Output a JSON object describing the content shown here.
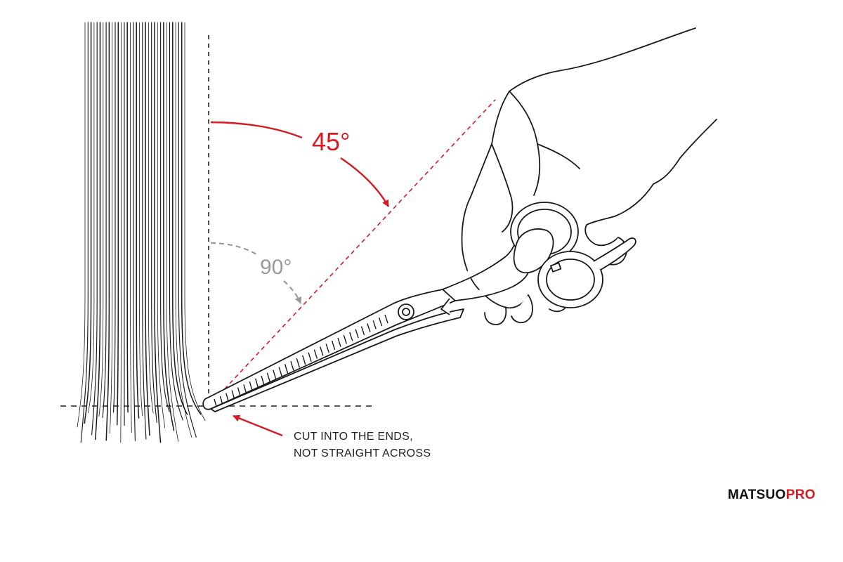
{
  "diagram": {
    "angle_primary": {
      "label": "45°",
      "color": "#d71920"
    },
    "angle_secondary": {
      "label": "90°",
      "color": "#9a9a9a"
    },
    "caption": {
      "line1": "CUT INTO THE ENDS,",
      "line2": "NOT STRAIGHT ACROSS"
    },
    "brand": {
      "part1": "MATSUO",
      "part2": "PRO",
      "color_part1": "#111111",
      "color_part2": "#d71920"
    },
    "icons": [
      "hair-strands",
      "scissors",
      "hand"
    ]
  }
}
